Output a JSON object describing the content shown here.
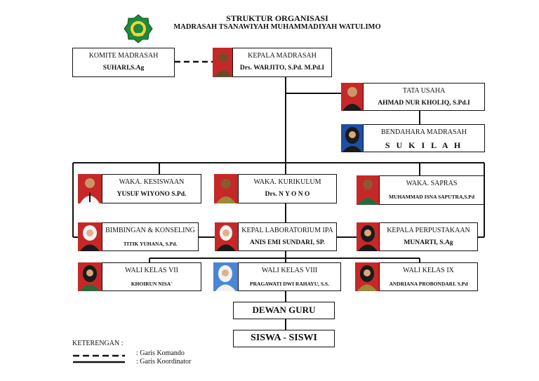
{
  "header": {
    "title": "STRUKTUR ORGANISASI",
    "subtitle": "MADRASAH TSANAWIYAH MUHAMMADIYAH WATULIMO"
  },
  "nodes": {
    "komite": {
      "role": "KOMITE  MADRASAH",
      "name": "SUHARI,S.Ag"
    },
    "kepala": {
      "role": "KEPALA MADRASAH",
      "name": "Drs. WARJITO, S.Pd. M.Pd.I"
    },
    "tata_usaha": {
      "role": "TATA USAHA",
      "name": "AHMAD NUR KHOLIQ,  S.Pd.I"
    },
    "bendahara": {
      "role": "BENDAHARA  MADRASAH",
      "name": "S U K I L A H"
    },
    "kesiswaan": {
      "role": "WAKA. KESISWAAN",
      "name": "YUSUF WIYONO  S.Pd."
    },
    "kurikulum": {
      "role": "WAKA. KURIKULUM",
      "name": "Drs.  N Y O N O"
    },
    "sapras": {
      "role": "WAKA. SAPRAS",
      "name": "MUHAMMAD ISNA SAPUTRA,S.Pd"
    },
    "bk": {
      "role": "BIMBINGAN & KONSELING",
      "name": "TITIK YUHANA, S.Pd."
    },
    "lab_ipa": {
      "role": "KEPAL LABORATORIUM IPA",
      "name": "ANIS EMI SUNDARI, SP."
    },
    "perpus": {
      "role": "KEPALA PERPUSTAKAAN",
      "name": "MUNARTI, S.Ag"
    },
    "kelas7": {
      "role": "WALI KELAS VII",
      "name": "KHOIRUN NISA'"
    },
    "kelas8": {
      "role": "WALI KELAS VIII",
      "name": "PRAGAWATI DWI RAHAYU, S.S."
    },
    "kelas9": {
      "role": "WALI KELAS IX",
      "name": "ANDRIANA PROBONDARI. S.Pd"
    },
    "dewan_guru": {
      "label": "DEWAN GURU"
    },
    "siswa": {
      "label": "SISWA - SISWI"
    }
  },
  "legend": {
    "title": "KETERENGAN :",
    "solid": ": Garis Komando",
    "dashed": ": Garis Koordinator"
  },
  "colors": {
    "logo_green": "#1f8a3a",
    "photo_red": "#c62828",
    "photo_blue": "#1f4fa3"
  }
}
